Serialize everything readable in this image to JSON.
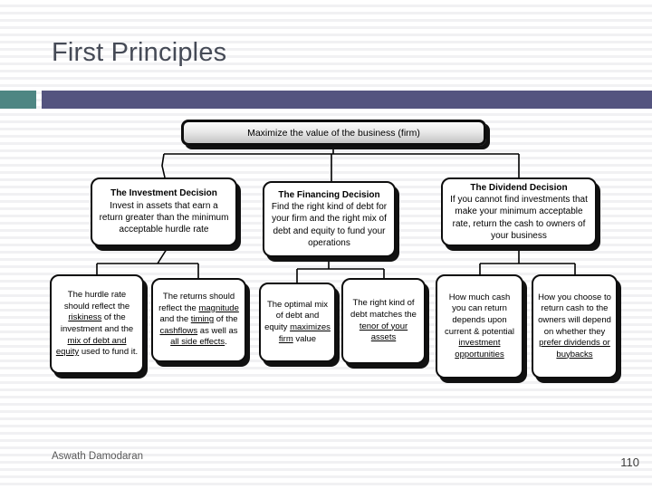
{
  "slide": {
    "title": "First Principles",
    "footer_author": "Aswath Damodaran",
    "page_number": "110",
    "accent_colors": {
      "teal": "#4e8683",
      "purple": "#54547f"
    }
  },
  "diagram": {
    "nodes": {
      "root": {
        "text": "Maximize the value of the business (firm)"
      },
      "investment": {
        "title": "The Investment Decision",
        "segments": [
          {
            "t": "Invest in assets that earn a return greater than the minimum acceptable hurdle rate"
          }
        ]
      },
      "financing": {
        "title": "The Financing Decision",
        "segments": [
          {
            "t": "Find the right kind of debt for your firm and the right mix of debt and equity to fund your operations"
          }
        ]
      },
      "dividend": {
        "title": "The Dividend Decision",
        "segments": [
          {
            "t": "If you cannot find investments that make your minimum acceptable rate, return the cash to owners of your business"
          }
        ]
      },
      "hurdle_rate": {
        "segments": [
          {
            "t": "The hurdle rate should reflect the "
          },
          {
            "t": "riskiness",
            "u": true
          },
          {
            "t": " of the investment and the "
          },
          {
            "t": "mix of debt and equity",
            "u": true
          },
          {
            "t": " used to fund it."
          }
        ]
      },
      "returns": {
        "segments": [
          {
            "t": "The returns should reflect the "
          },
          {
            "t": "magnitude",
            "u": true
          },
          {
            "t": " and the "
          },
          {
            "t": "timing",
            "u": true
          },
          {
            "t": " of the "
          },
          {
            "t": "cashflows",
            "u": true
          },
          {
            "t": " as well as "
          },
          {
            "t": "all side effects",
            "u": true
          },
          {
            "t": "."
          }
        ]
      },
      "optimal_mix": {
        "segments": [
          {
            "t": "The optimal mix of debt and equity "
          },
          {
            "t": "maximizes firm",
            "u": true
          },
          {
            "t": " value"
          }
        ]
      },
      "right_kind": {
        "segments": [
          {
            "t": "The right kind of debt matches the "
          },
          {
            "t": "tenor of your assets",
            "u": true
          }
        ]
      },
      "how_much": {
        "segments": [
          {
            "t": "How much cash you can return depends upon current & potential "
          },
          {
            "t": "investment opportunities",
            "u": true
          }
        ]
      },
      "how_choose": {
        "segments": [
          {
            "t": "How you choose to return cash to the owners will depend on whether they "
          },
          {
            "t": "prefer dividends or buybacks",
            "u": true
          }
        ]
      }
    }
  }
}
